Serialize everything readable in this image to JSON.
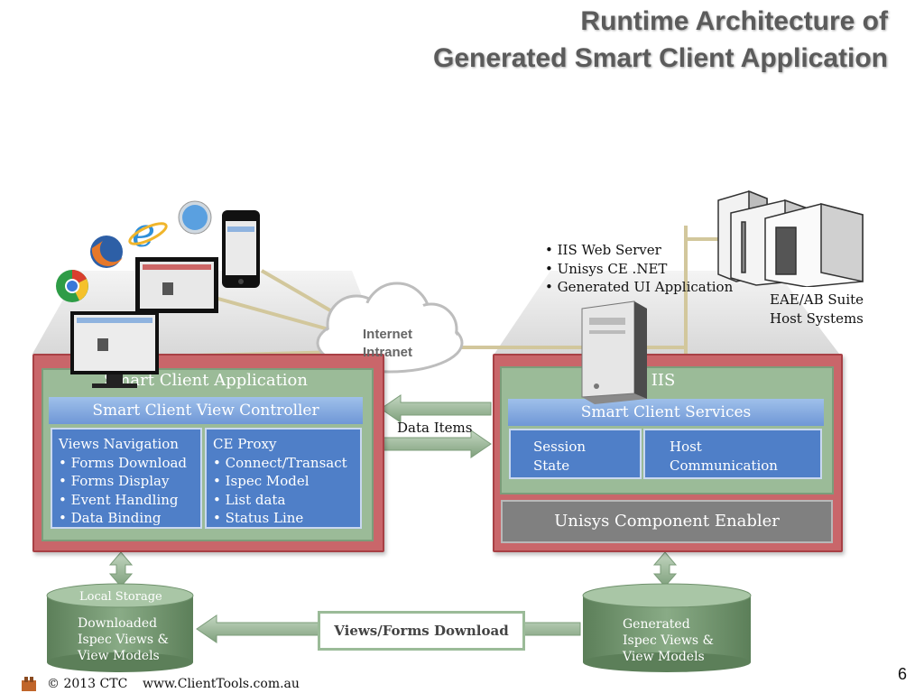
{
  "title": {
    "line1": "Runtime Architecture of",
    "line2": "Generated Smart Client Application"
  },
  "client": {
    "app_label": "Smart Client Application",
    "view_controller": "Smart Client View Controller",
    "left_col": [
      "Views Navigation",
      "• Forms Download",
      "• Forms Display",
      "• Event Handling",
      "• Data Binding"
    ],
    "right_col": [
      "CE Proxy",
      "• Connect/Transact",
      "• Ispec Model",
      "• List data",
      "• Status Line"
    ]
  },
  "server": {
    "iis_label": "IIS",
    "services": "Smart Client Services",
    "session": [
      "Session",
      "State"
    ],
    "host": [
      "Host",
      "Communication"
    ],
    "enabler": "Unisys Component Enabler",
    "bullets": [
      "• IIS Web Server",
      "• Unisys CE .NET",
      "• Generated UI Application"
    ]
  },
  "host_systems": [
    "EAE/AB Suite",
    "Host Systems"
  ],
  "cloud": [
    "Internet",
    "Intranet"
  ],
  "data_items": "Data Items",
  "local_storage": {
    "label": "Local Storage",
    "lines": [
      "Downloaded",
      "Ispec Views &",
      "View Models"
    ]
  },
  "generated_storage": {
    "lines": [
      "Generated",
      "Ispec Views &",
      "View Models"
    ]
  },
  "views_forms_download": "Views/Forms Download",
  "footer": {
    "copyright": "© 2013 CTC",
    "url": "www.ClientTools.com.au"
  },
  "page_number": "6",
  "colors": {
    "red": "#c9666a",
    "green": "#9bbb98",
    "blue": "#4f7fc8",
    "gray": "#808080"
  }
}
